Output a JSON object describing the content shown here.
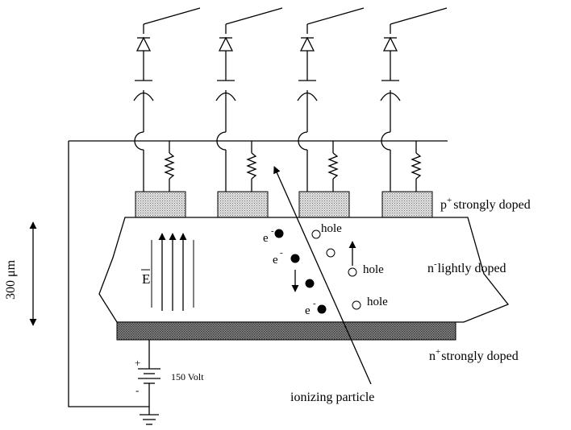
{
  "labels": {
    "p_plus": "p",
    "p_plus_sup": "+",
    "p_plus_text": "strongly doped",
    "n_minus": "n",
    "n_minus_sup": "-",
    "n_minus_text": "lightly doped",
    "n_plus": "n",
    "n_plus_sup": "+",
    "n_plus_text": "strongly doped",
    "thickness": "300 μm",
    "voltage": "150 Volt",
    "ionizing": "ionizing particle",
    "efield": "E",
    "hole_1": "hole",
    "hole_2": "hole",
    "hole_3": "hole",
    "electron_1": "e",
    "electron_2": "e",
    "electron_3": "e",
    "minus_sup": "-",
    "battery_plus": "+",
    "battery_minus": "-"
  },
  "colors": {
    "stroke": "#000000",
    "strip_fill": "#d4d4d4",
    "backplane_fill": "#7a7a7a"
  }
}
